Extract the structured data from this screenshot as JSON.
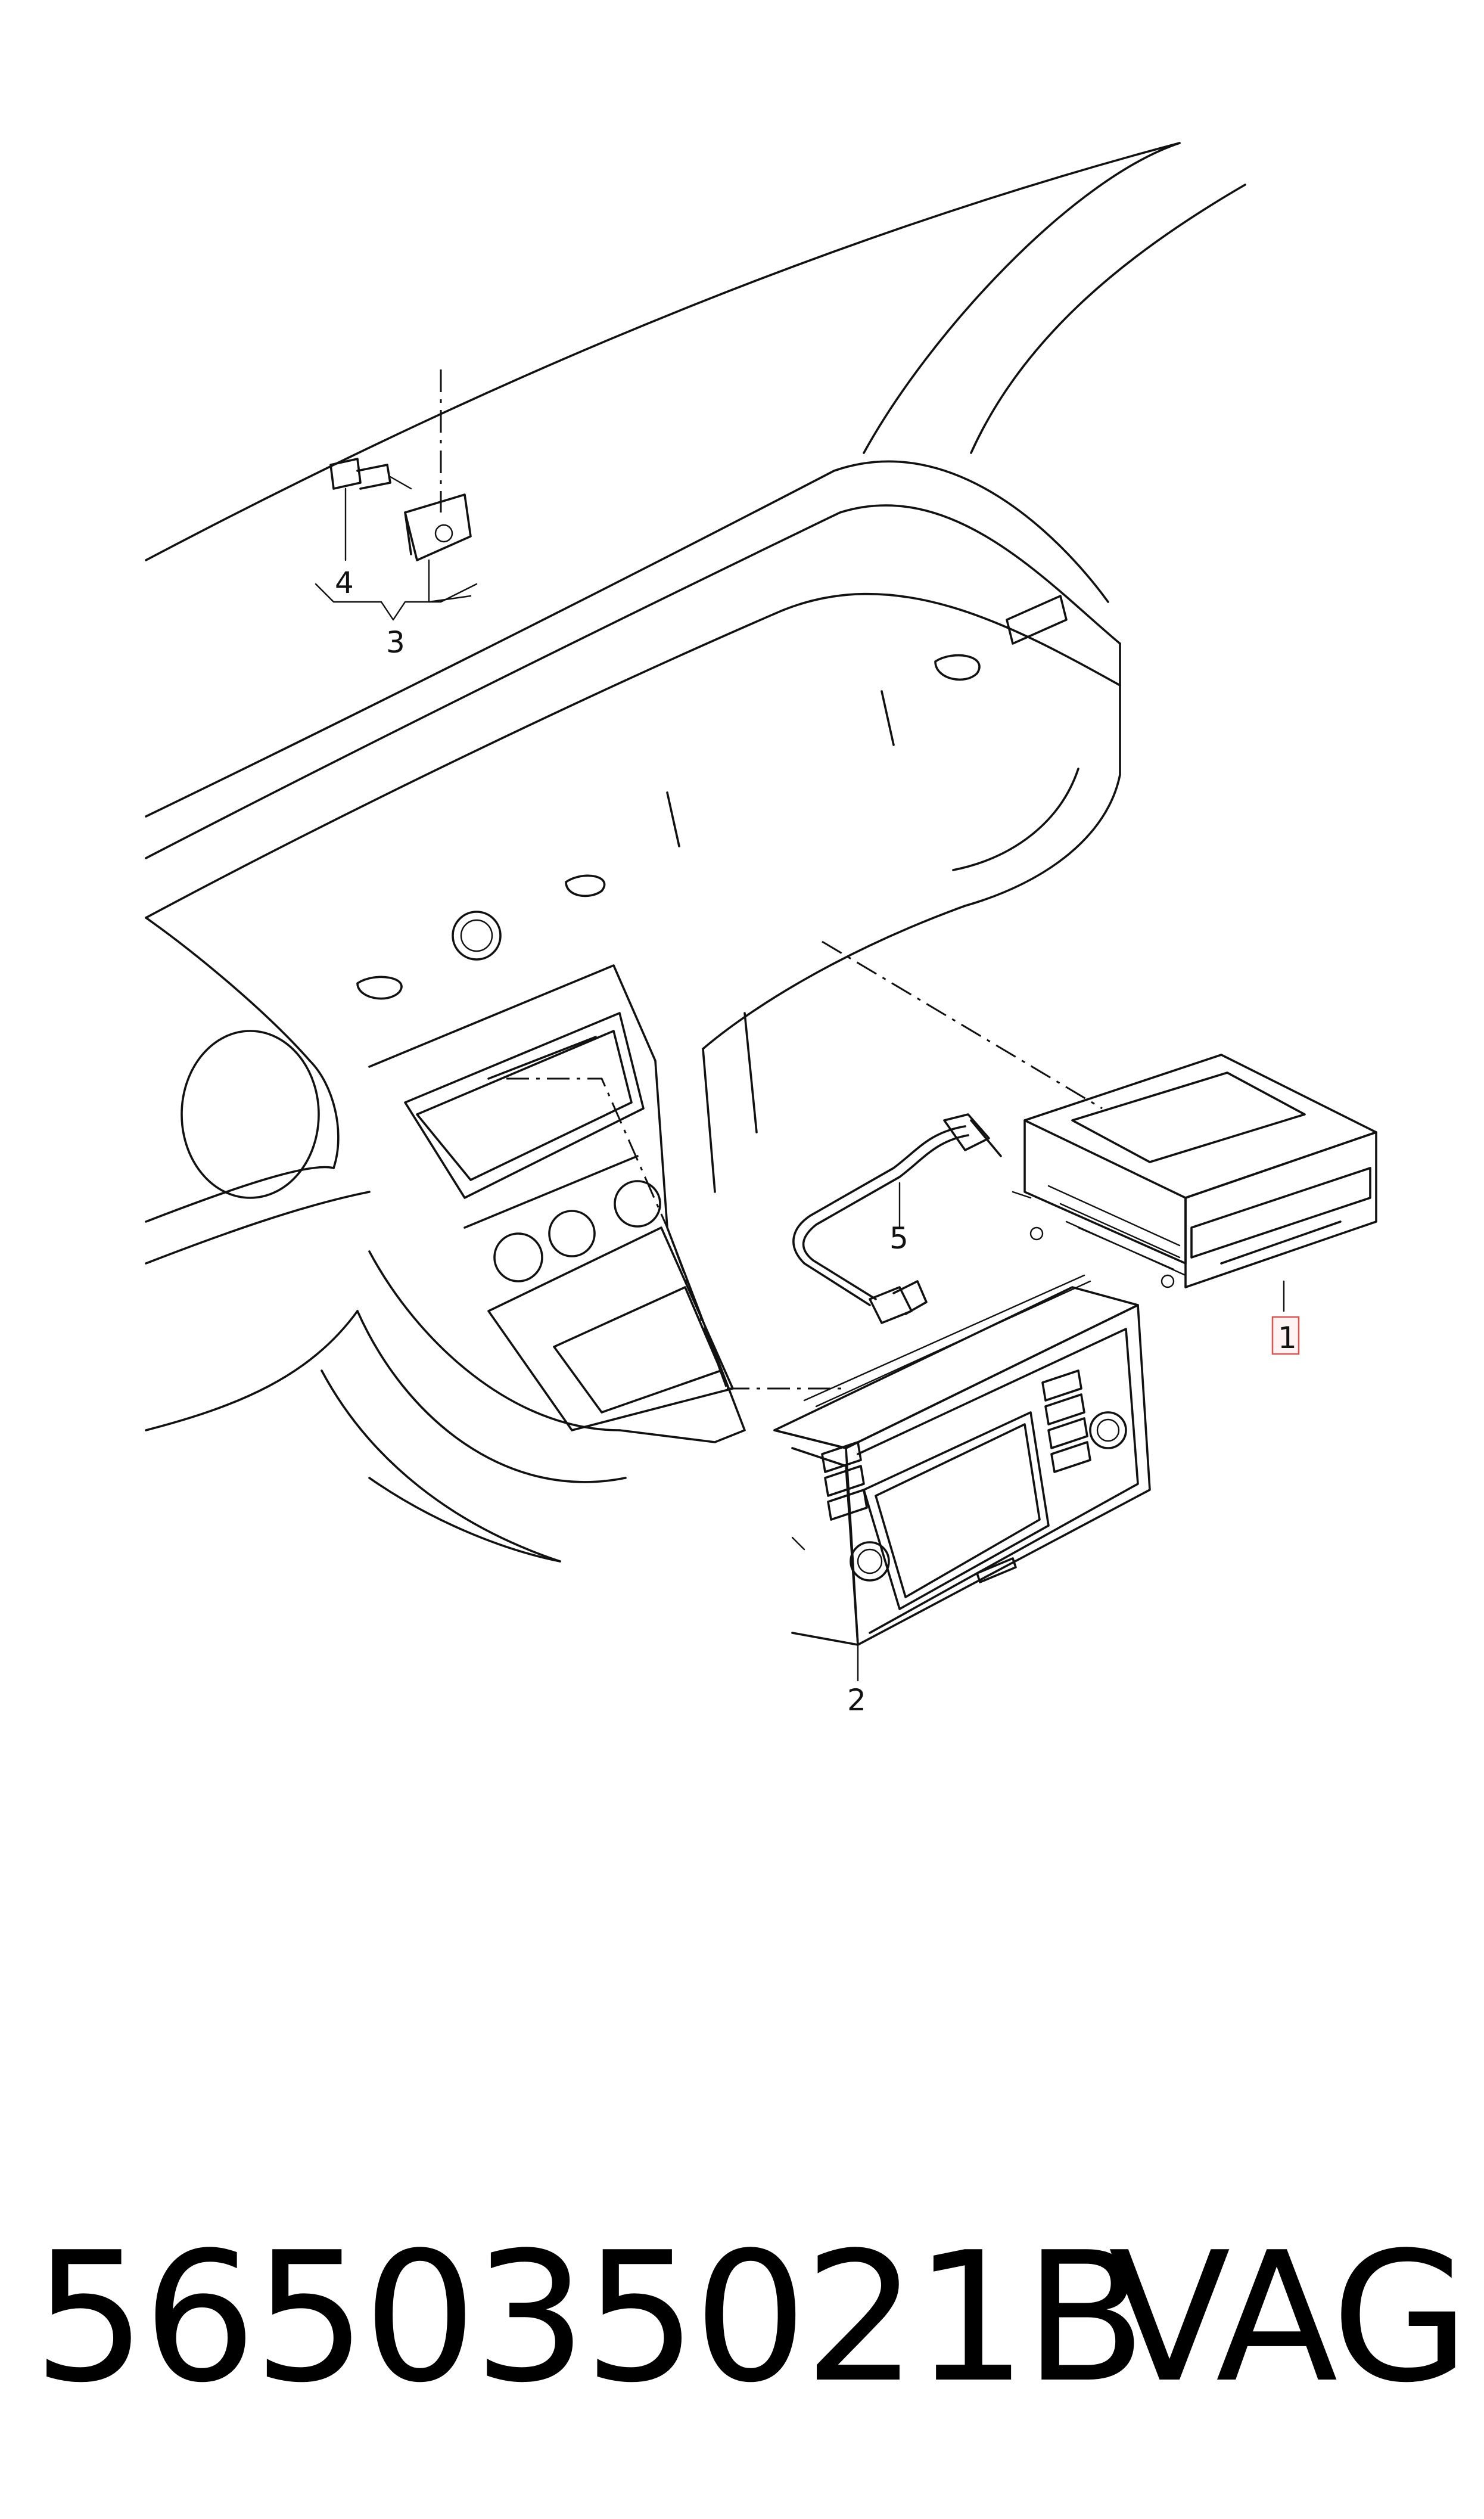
{
  "callouts": {
    "c1": "1",
    "c2": "2",
    "c3": "3",
    "c4": "4",
    "c5": "5"
  },
  "footer": {
    "part_number": "565035021B",
    "brand": "VAG"
  },
  "colors": {
    "line": "#111111",
    "highlight_border": "#d9534f",
    "highlight_fill": "#fff3f3"
  }
}
